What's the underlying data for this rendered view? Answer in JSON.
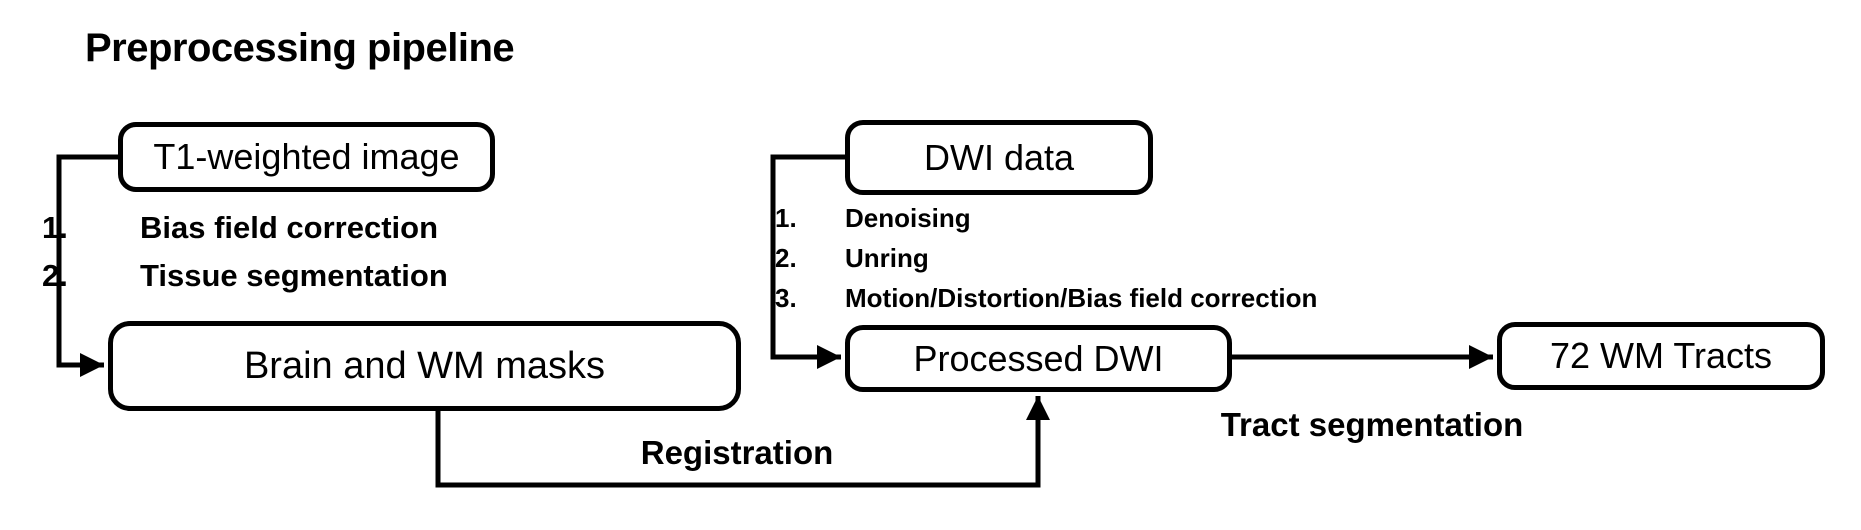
{
  "title": "Preprocessing pipeline",
  "nodes": {
    "t1": "T1-weighted image",
    "brain_masks": "Brain and WM masks",
    "dwi": "DWI data",
    "processed_dwi": "Processed DWI",
    "tracts": "72 WM Tracts"
  },
  "t1_steps": [
    {
      "num": "1.",
      "label": "Bias field correction"
    },
    {
      "num": "2.",
      "label": "Tissue segmentation"
    }
  ],
  "dwi_steps": [
    {
      "num": "1.",
      "label": "Denoising"
    },
    {
      "num": "2.",
      "label": "Unring"
    },
    {
      "num": "3.",
      "label": "Motion/Distortion/Bias field correction"
    }
  ],
  "edge_labels": {
    "registration": "Registration",
    "tract_segmentation": "Tract segmentation"
  },
  "colors": {
    "ink": "#000000",
    "background": "#ffffff"
  }
}
